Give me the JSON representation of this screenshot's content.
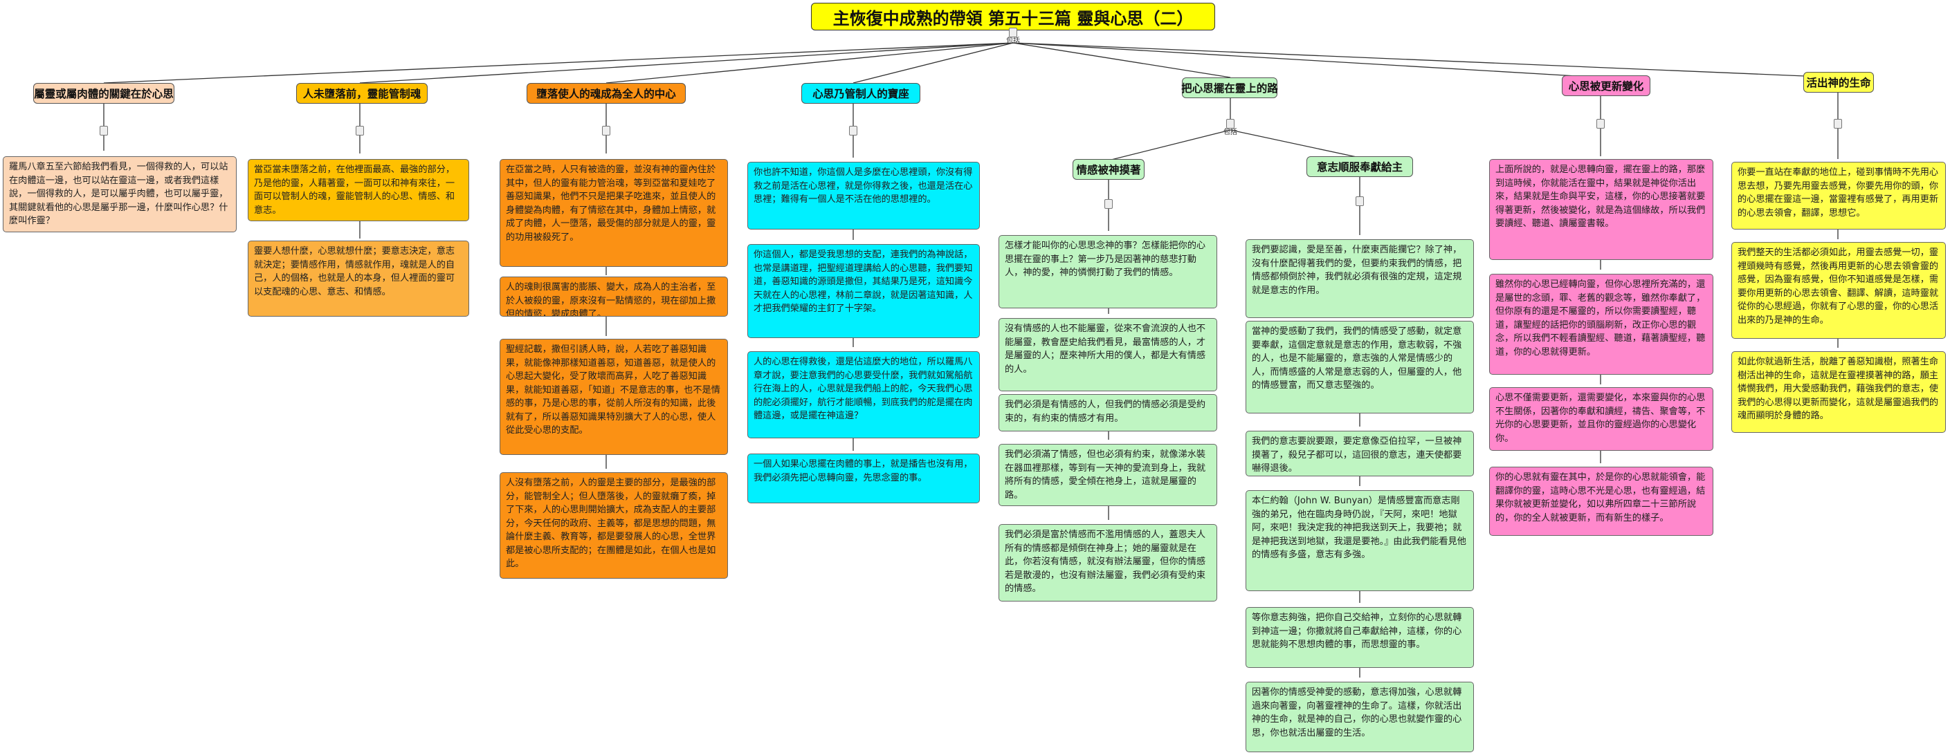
{
  "title": "主恢復中成熟的帶領 第五十三篇 靈與心思（二）",
  "hub_label": "包括",
  "branches": {
    "b1": "屬靈或屬肉體的關鍵在於心思",
    "b2": "人未墮落前，靈能管制魂",
    "b3": "墮落使人的魂成為全人的中心",
    "b4": "心思乃管制人的寶座",
    "b5": "把心思擺在靈上的路",
    "b5a": "情感被神摸著",
    "b5b": "意志順服奉獻給主",
    "b6": "心思被更新變化",
    "b7": "活出神的生命"
  },
  "texts": {
    "b1_1": "羅馬八章五至六節給我們看見，一個得救的人，可以站在肉體這一邊，也可以站在靈這一邊，或者我們這樣說，一個得救的人，是可以屬乎肉體，也可以屬乎靈，其關鍵就看他的心思是屬乎那一邊，什麼叫作心思？什麼叫作靈？",
    "b2_1": "當亞當未墮落之前，在他裡面最高、最強的部分，乃是他的靈，人藉著靈，一面可以和神有來往，一面可以管制人的魂，靈能管制人的心思、情感、和意志。",
    "b2_2": "靈要人想什麼，心思就想什麼；要意志決定，意志就決定；要情感作用，情感就作用，魂就是人的自己，人的個格，也就是人的本身，但人裡面的靈可以支配魂的心思、意志、和情感。",
    "b3_1": "在亞當之時，人只有被造的靈，並沒有神的靈內住於其中，但人的靈有能力管治魂，等到亞當和夏娃吃了善惡知識果，他們不只是把果子吃進來，並且使人的身體變為肉體，有了情慾在其中，身體加上情慾，就成了肉體，人一墮落，最受傷的部分就是人的靈，靈的功用被殺死了。",
    "b3_2": "人的魂則很厲害的膨脹、變大，成為人的主治者，至於人被殺的靈，原來沒有一點情慾的，現在卻加上撒但的情慾，變成肉體了。",
    "b3_3": "聖經記載，撒但引誘人時，說，人若吃了善惡知識果，就能像神那樣知道善惡，知道善惡，就是使人的心思起大變化，受了敗壞而高昇，人吃了善惡知識果，就能知道善惡，「知道」不是意志的事，也不是情感的事，乃是心思的事，從前人所沒有的知識，此後就有了，所以善惡知識果特別擴大了人的心思，使人從此受心思的支配。",
    "b3_4": "人沒有墮落之前，人的靈是主要的部分，是最強的部分，能管制全人；但人墮落後，人的靈就癱了瘓，掉了下來，人的心思則開始擴大，成為支配人的主要部分，今天任何的政府、主義等，都是思想的問題，無論什麼主義、教育等，都是要發展人的心思，全世界都是被心思所支配的；在團體是如此，在個人也是如此。",
    "b4_1": "你也許不知道，你這個人是多麼在心思裡頭，你沒有得救之前是活在心思裡，就是你得救之後，也還是活在心思裡；難得有一個人是不活在他的思想裡的。",
    "b4_2": "你這個人，都是受我思想的支配，連我們的為神說話，也常是講道理，把聖經道理講給人的心思聽，我們要知道，善惡知識的源頭是撒但，其結果乃是死，這知識今天就在人的心思裡，林前二章說，就是因著這知識，人才把我們榮耀的主釘了十字架。",
    "b4_3": "人的心思在得救後，還是佔這麼大的地位，所以羅馬八章才說，要注意我們的心思要受什麼，我們就如駕船航行在海上的人，心思就是我們船上的舵，今天我們心思的舵必須擺好，航行才能順暢，到底我們的舵是擺在肉體這邊，或是擺在神這邊？",
    "b4_4": "一個人如果心思擺在肉體的事上，就是播告也沒有用，我們必須先把心思轉向靈，先思念靈的事。",
    "a_1": "怎樣才能叫你的心思思念神的事？怎樣能把你的心思擺在靈的事上？第一步乃是因著神的慈悲打動人，神的愛，神的憐憫打動了我們的情感。",
    "a_2": "沒有情感的人也不能屬靈，從來不會流淚的人也不能屬靈，教會歷史給我們看見，最富情感的人，才是屬靈的人；歷來神所大用的僕人，都是大有情感的人。",
    "a_3": "我們必須是有情感的人，但我們的情感必須是受約束的，有約束的情感才有用。",
    "a_4": "我們必須滿了情感，但也必須有約束，就像涕水裝在器皿裡那樣，等到有一天神的愛流到身上，我就將所有的情感，愛全傾在祂身上，這就是屬靈的路。",
    "a_5": "我們必須是富於情感而不濫用情感的人，蓋恩夫人所有的情感都是傾倒在神身上；她的屬靈就是在此，你若沒有情感，就沒有辦法屬靈，但你的情感若是散漫的，也沒有辦法屬靈，我們必須有受約束的情感。",
    "bb_1": "我們要認識，愛是至善，什麼東西能攔它？除了神，沒有什麼配得著我們的愛，但要約束我們的情感，把情感都傾倒於神，我們就必須有很強的定規，這定規就是意志的作用。",
    "bb_2": "當神的愛感動了我們，我們的情感受了感動，就定意要奉獻，這個定意就是意志的作用，意志軟弱，不強的人，也是不能屬靈的，意志強的人常是情感少的人，而情感盛的人常是意志弱的人，但屬靈的人，他的情感豐富，而又意志堅強的。",
    "bb_3": "我們的意志要說要跟，要定意像亞伯拉罕，一旦被神摸著了，殺兒子都可以，這回很的意志，連天使都要嚇得退後。",
    "bb_4": "本仁約翰（John W. Bunyan）是情感豐富而意志剛強的弟兄，他在臨肉身時仍說，『天阿，來吧！地獄阿，來吧！我決定我的神把我送到天上，我要祂；就是神把我送到地獄，我還是要祂。』由此我們能看見他的情感有多盛，意志有多強。",
    "bb_5": "等你意志夠強，把你自己交給神，立刻你的心思就轉到神這一邊；你撒就將自己奉獻給神，這樣，你的心思就能夠不思想肉體的事，而思想靈的事。",
    "bb_6": "因著你的情感受神愛的感動，意志得加強，心思就轉過來向著靈，向著靈裡神的生命了。這樣，你就活出神的生命，就是神的自己，你的心思也就變作靈的心思，你也就活出屬靈的生活。",
    "b6_1": "上面所說的，就是心思轉向靈，擺在靈上的路，那麼到這時候，你就能活在靈中，結果就是神從你活出來，結果就是生命與平安，這樣，你的心思接著就要得著更新，然後被變化，就是為這個緣故，所以我們要讀經、聽道、讀屬靈書報。",
    "b6_2": "雖然你的心思已經轉向靈，但你心思裡所充滿的，還是屬世的念頭，罪、老舊的觀念等，雖然你奉獻了，但你原有的還是不屬靈的，所以你需要讀聖經，聽道，讓聖經的話把你的頭腦刷新，改正你心思的觀念，所以我們不輕看讀聖經、聽道，藉著讀聖經，聽道，你的心思就得更新。",
    "b6_3": "心思不僅需要更新，還需要變化，本來靈與你的心思不生關係，因著你的奉獻和讀經，禱告、聚會等，不光你的心思要更新，並且你的靈經過你的心思變化你。",
    "b6_4": "你的心思就有靈在其中，於是你的心思就能領會，能翻譯你的靈，這時心思不光是心思，也有靈經過，結果你就被更新並變化，如以弗所四章二十三節所說的，你的全人就被更新，而有新生的樣子。",
    "b7_1": "你要一直站在奉獻的地位上，碰到事情時不先用心思去想，乃要先用靈去感覺，你要先用你的頭，你的心思擺在靈這一邊，當靈裡有感覺了，再用更新的心思去領會，翻譯，思想它。",
    "b7_2": "我們整天的生活都必須如此，用靈去感覺一切，靈裡頭幾時有感覺，然後再用更新的心思去領會靈的感覺，因為靈有感覺，但你不知道感覺是怎樣，需要你用更新的心思去領會、翻譯、解讀，這時靈就從你的心思經過，你就有了心思的靈，你的心思活出來的乃是神的生命。",
    "b7_3": "如此你就過新生活，脫離了善惡知識樹，照著生命樹活出神的生命，這就是在靈裡摸著神的路，願主憐憫我們，用大愛感動我們，藉強我們的意志，使我們的心思得以更新而變化，這就是屬靈過我們的魂而顯明於身體的路。"
  }
}
